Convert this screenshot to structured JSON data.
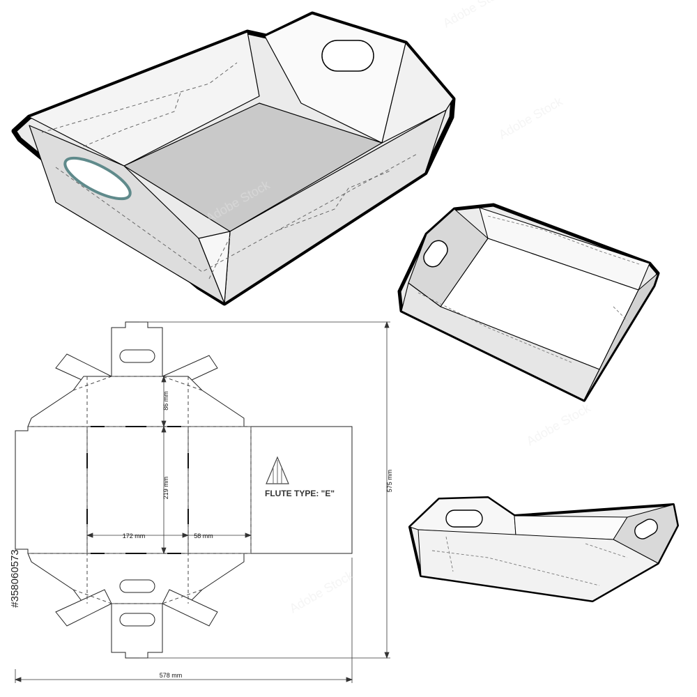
{
  "drawing": {
    "dimensions": {
      "total_width": "578 mm",
      "total_height": "575 mm",
      "flap_height": "86 mm",
      "base_height": "219 mm",
      "base_width": "172 mm",
      "side_width": "58 mm"
    },
    "flute_label": "FLUTE TYPE: \"E\"",
    "stock_id": "#358060573",
    "watermark": "Adobe Stock"
  },
  "colors": {
    "outline": "#000000",
    "fill_light": "#f1f1f1",
    "fill_mid": "#dcdcdc",
    "fill_floor": "#c8c8c8",
    "handle_accent": "#5f8a8b"
  }
}
